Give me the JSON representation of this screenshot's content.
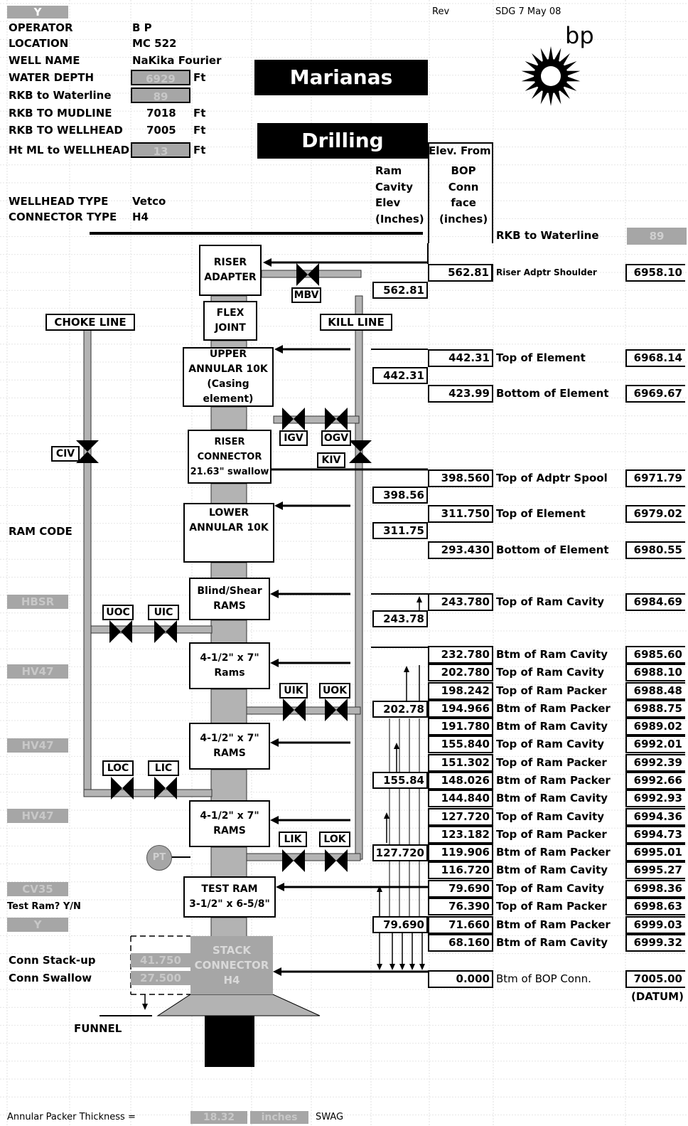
{
  "header": {
    "y_label": "Y",
    "rev_label": "Rev",
    "rev_value": "SDG 7 May 08",
    "logo_text": "bp"
  },
  "info": [
    {
      "label": "OPERATOR",
      "value": "B P",
      "unit": ""
    },
    {
      "label": "LOCATION",
      "value": "MC 522",
      "unit": ""
    },
    {
      "label": "WELL NAME",
      "value": "NaKika Fourier",
      "unit": ""
    },
    {
      "label": "WATER DEPTH",
      "value": "6929",
      "unit": "Ft"
    },
    {
      "label": "RKB to Waterline",
      "value": "89",
      "unit": ""
    },
    {
      "label": "RKB TO MUDLINE",
      "value": "7018",
      "unit": "Ft"
    },
    {
      "label": "RKB TO WELLHEAD",
      "value": "7005",
      "unit": "Ft"
    },
    {
      "label": "Ht ML to WELLHEAD",
      "value": "13",
      "unit": "Ft"
    },
    {
      "label": "WELLHEAD TYPE",
      "value": "Vetco",
      "unit": ""
    },
    {
      "label": "CONNECTOR TYPE",
      "value": "H4",
      "unit": ""
    }
  ],
  "banners": {
    "top": "Marianas",
    "bottom": "Drilling"
  },
  "col_headers": {
    "ram_cavity": "Ram\nCavity\nElev\n(Inches)",
    "elev_from": "Elev. From",
    "bop_conn": "BOP\nConn\nface\n(inches)"
  },
  "rkb_right": {
    "label": "RKB to Waterline",
    "value": "89"
  },
  "components": {
    "riser_adapter": "RISER\nADAPTER",
    "flex_joint": "FLEX\nJOINT",
    "upper_annular": "UPPER\nANNULAR 10K\n(Casing\nelement)",
    "riser_connector": "RISER\nCONNECTOR\n21.63\" swallow",
    "lower_annular": "LOWER\nANNULAR 10K",
    "blind_shear": "Blind/Shear\nRAMS",
    "rams1": "4-1/2\" x 7\"\nRams",
    "rams2": "4-1/2\" x 7\"\nRAMS",
    "rams3": "4-1/2\" x 7\"\nRAMS",
    "test_ram": "TEST RAM\n3-1/2\"  x 6-5/8\"",
    "stack_connector": "STACK\nCONNECTOR\nH4"
  },
  "valves": {
    "mbv": "MBV",
    "igv": "IGV",
    "ogv": "OGV",
    "kiv": "KIV",
    "civ": "CIV",
    "uoc": "UOC",
    "uic": "UIC",
    "uik": "UIK",
    "uok": "UOK",
    "loc": "LOC",
    "lic": "LIC",
    "lik": "LIK",
    "lok": "LOK",
    "pt": "PT"
  },
  "lines": {
    "choke": "CHOKE LINE",
    "kill": "KILL LINE"
  },
  "left_labels": {
    "ram_code": "RAM CODE",
    "hbsr": "HBSR",
    "hv47a": "HV47",
    "hv47b": "HV47",
    "hv47c": "HV47",
    "cv35": "CV35",
    "test_ram_q": "Test Ram? Y/N",
    "test_ram_val": "Y",
    "conn_stackup": "Conn Stack-up",
    "conn_stackup_val": "41.750",
    "conn_swallow": "Conn Swallow",
    "conn_swallow_val": "27.500",
    "funnel": "FUNNEL"
  },
  "ram_cavity_values": [
    "562.81",
    "442.31",
    "398.56",
    "311.75",
    "243.78",
    "202.78",
    "155.84",
    "127.720",
    "79.690"
  ],
  "elevations": [
    {
      "bop": "562.81",
      "desc": "Riser Adptr Shoulder",
      "rkb": "6958.10"
    },
    {
      "bop": "442.31",
      "desc": "Top of Element",
      "rkb": "6968.14"
    },
    {
      "bop": "423.99",
      "desc": "Bottom of Element",
      "rkb": "6969.67"
    },
    {
      "bop": "398.560",
      "desc": "Top of Adptr Spool",
      "rkb": "6971.79"
    },
    {
      "bop": "311.750",
      "desc": "Top of Element",
      "rkb": "6979.02"
    },
    {
      "bop": "293.430",
      "desc": "Bottom of Element",
      "rkb": "6980.55"
    },
    {
      "bop": "243.780",
      "desc": "Top of Ram Cavity",
      "rkb": "6984.69"
    },
    {
      "bop": "232.780",
      "desc": "Btm of Ram Cavity",
      "rkb": "6985.60"
    },
    {
      "bop": "202.780",
      "desc": "Top of Ram Cavity",
      "rkb": "6988.10"
    },
    {
      "bop": "198.242",
      "desc": "Top of Ram Packer",
      "rkb": "6988.48"
    },
    {
      "bop": "194.966",
      "desc": "Btm of Ram Packer",
      "rkb": "6988.75"
    },
    {
      "bop": "191.780",
      "desc": "Btm of Ram Cavity",
      "rkb": "6989.02"
    },
    {
      "bop": "155.840",
      "desc": "Top of Ram Cavity",
      "rkb": "6992.01"
    },
    {
      "bop": "151.302",
      "desc": "Top of Ram Packer",
      "rkb": "6992.39"
    },
    {
      "bop": "148.026",
      "desc": "Btm of Ram Packer",
      "rkb": "6992.66"
    },
    {
      "bop": "144.840",
      "desc": "Btm of Ram Cavity",
      "rkb": "6992.93"
    },
    {
      "bop": "127.720",
      "desc": "Top of Ram Cavity",
      "rkb": "6994.36"
    },
    {
      "bop": "123.182",
      "desc": "Top of Ram Packer",
      "rkb": "6994.73"
    },
    {
      "bop": "119.906",
      "desc": "Btm of Ram Packer",
      "rkb": "6995.01"
    },
    {
      "bop": "116.720",
      "desc": "Btm of Ram Cavity",
      "rkb": "6995.27"
    },
    {
      "bop": "79.690",
      "desc": "Top of Ram Cavity",
      "rkb": "6998.36"
    },
    {
      "bop": "76.390",
      "desc": "Top of Ram Packer",
      "rkb": "6998.63"
    },
    {
      "bop": "71.660",
      "desc": "Btm of Ram Packer",
      "rkb": "6999.03"
    },
    {
      "bop": "68.160",
      "desc": "Btm of Ram Cavity",
      "rkb": "6999.32"
    },
    {
      "bop": "0.000",
      "desc": "Btm of BOP Conn.",
      "rkb": "7005.00"
    }
  ],
  "datum_label": "(DATUM)",
  "footer": {
    "label": "Annular Packer Thickness =",
    "value": "18.32",
    "unit": "inches",
    "note": "SWAG"
  }
}
